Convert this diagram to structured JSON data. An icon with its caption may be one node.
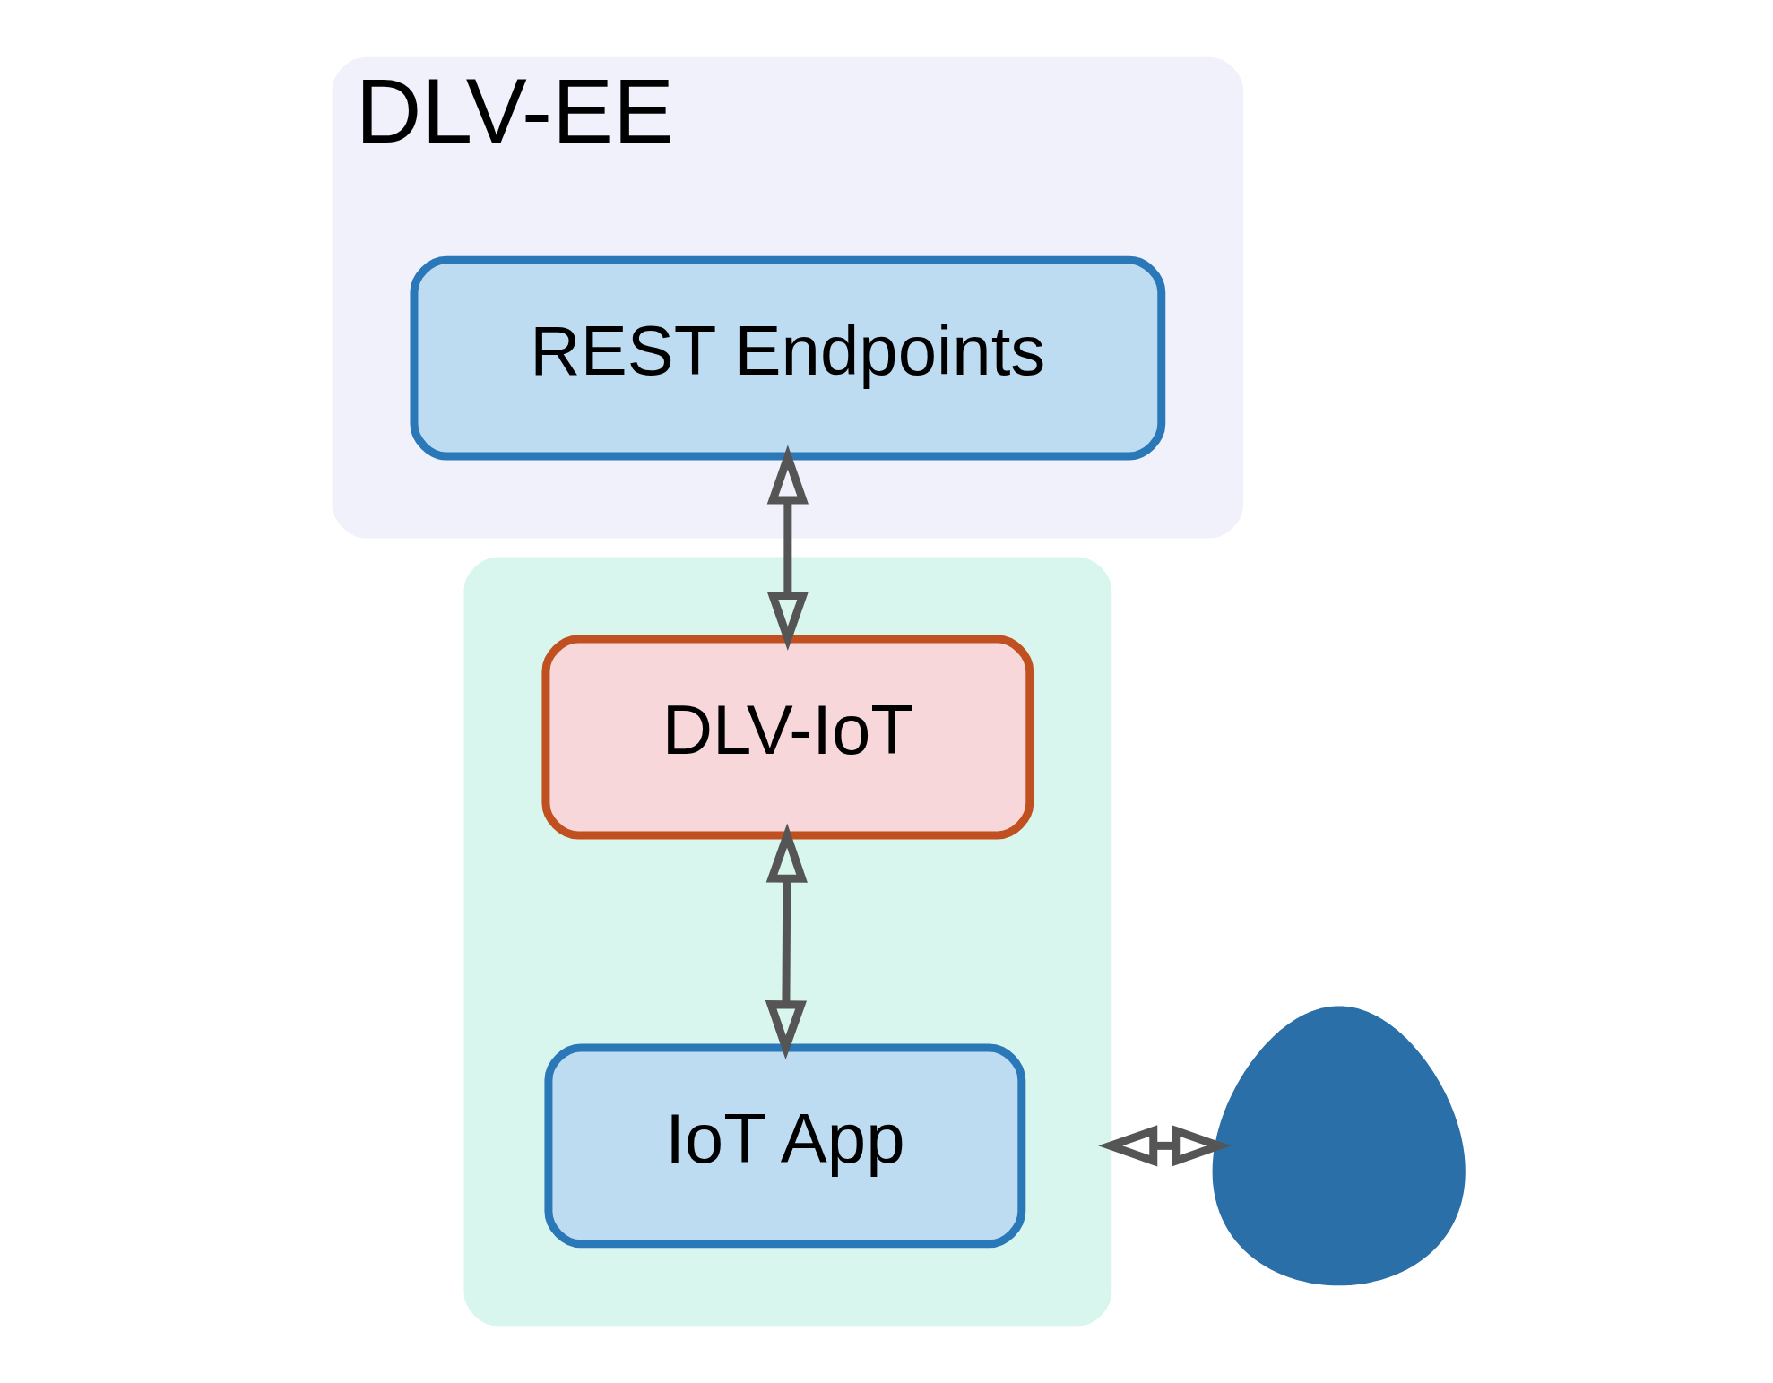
{
  "diagram": {
    "nodes": [
      {
        "text": [
          "DLV-EE"
        ]
      },
      {
        "text": [
          "REST Endpoints"
        ],
        "in": 0
      },
      {
        "text": [],
        "shape": "box"
      },
      {
        "text": [
          "DLV-IoT"
        ],
        "in": 2
      },
      {
        "text": [
          "IoT App"
        ],
        "in": 2
      },
      {
        "text": [],
        "shape": "person"
      }
    ],
    "edges": [
      {
        "from": 1,
        "to": 3,
        "arrow": "both"
      },
      {
        "from": 3,
        "to": 4,
        "arrow": "both"
      },
      {
        "from": 2,
        "to": 5,
        "arrow": "both"
      }
    ]
  }
}
